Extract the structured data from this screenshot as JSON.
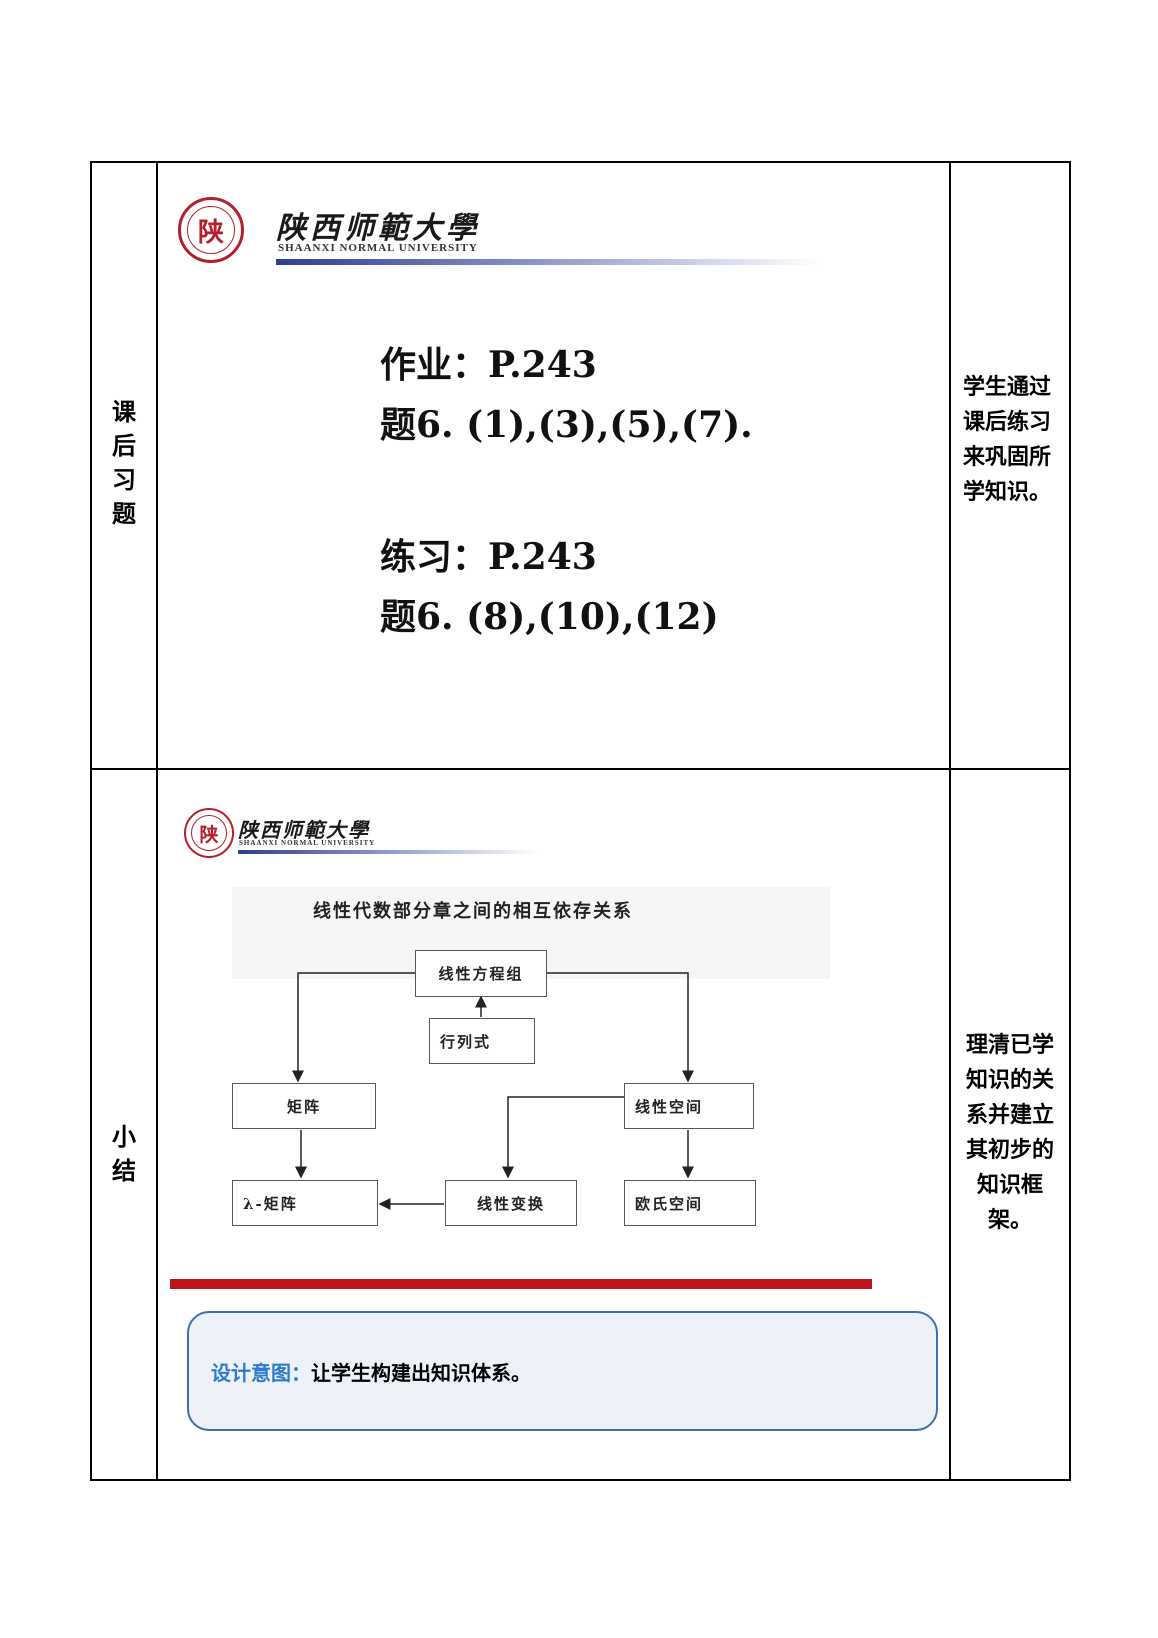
{
  "rows": [
    {
      "label_chars": [
        "课",
        "后",
        "习",
        "题"
      ],
      "note_lines": [
        "学生通过",
        "课后练习",
        "来巩固所",
        "学知识。"
      ],
      "slide": {
        "logo": {
          "seal_char": "陕",
          "name": "陕西师範大學",
          "subtitle": "SHAANXI NORMAL UNIVERSITY"
        },
        "lines": [
          "作业：P.243",
          "题6. (1),(3),(5),(7).",
          "练习：P.243",
          "题6. (8),(10),(12)"
        ]
      }
    },
    {
      "label_chars": [
        "小",
        "结"
      ],
      "note_lines": [
        "理清已学",
        "知识的关",
        "系并建立",
        "其初步的",
        "知识框",
        "架。"
      ],
      "slide": {
        "logo": {
          "seal_char": "陕",
          "name": "陕西师範大學",
          "subtitle": "SHAANXI NORMAL UNIVERSITY"
        },
        "diagram": {
          "title": "线性代数部分章之间的相互依存关系",
          "nodes": {
            "linear_equations": "线性方程组",
            "determinant": "行列式",
            "matrix": "矩阵",
            "linear_space": "线性空间",
            "lambda_matrix": "λ-矩阵",
            "linear_transform": "线性变换",
            "euclidean_space": "欧氏空间"
          }
        },
        "colors": {
          "accent_bar": "#c0141c",
          "box_border": "#3d6fb0",
          "label": "#2e7bc9"
        }
      },
      "intent": {
        "label": "设计意图：",
        "text": "让学生构建出知识体系。"
      }
    }
  ]
}
